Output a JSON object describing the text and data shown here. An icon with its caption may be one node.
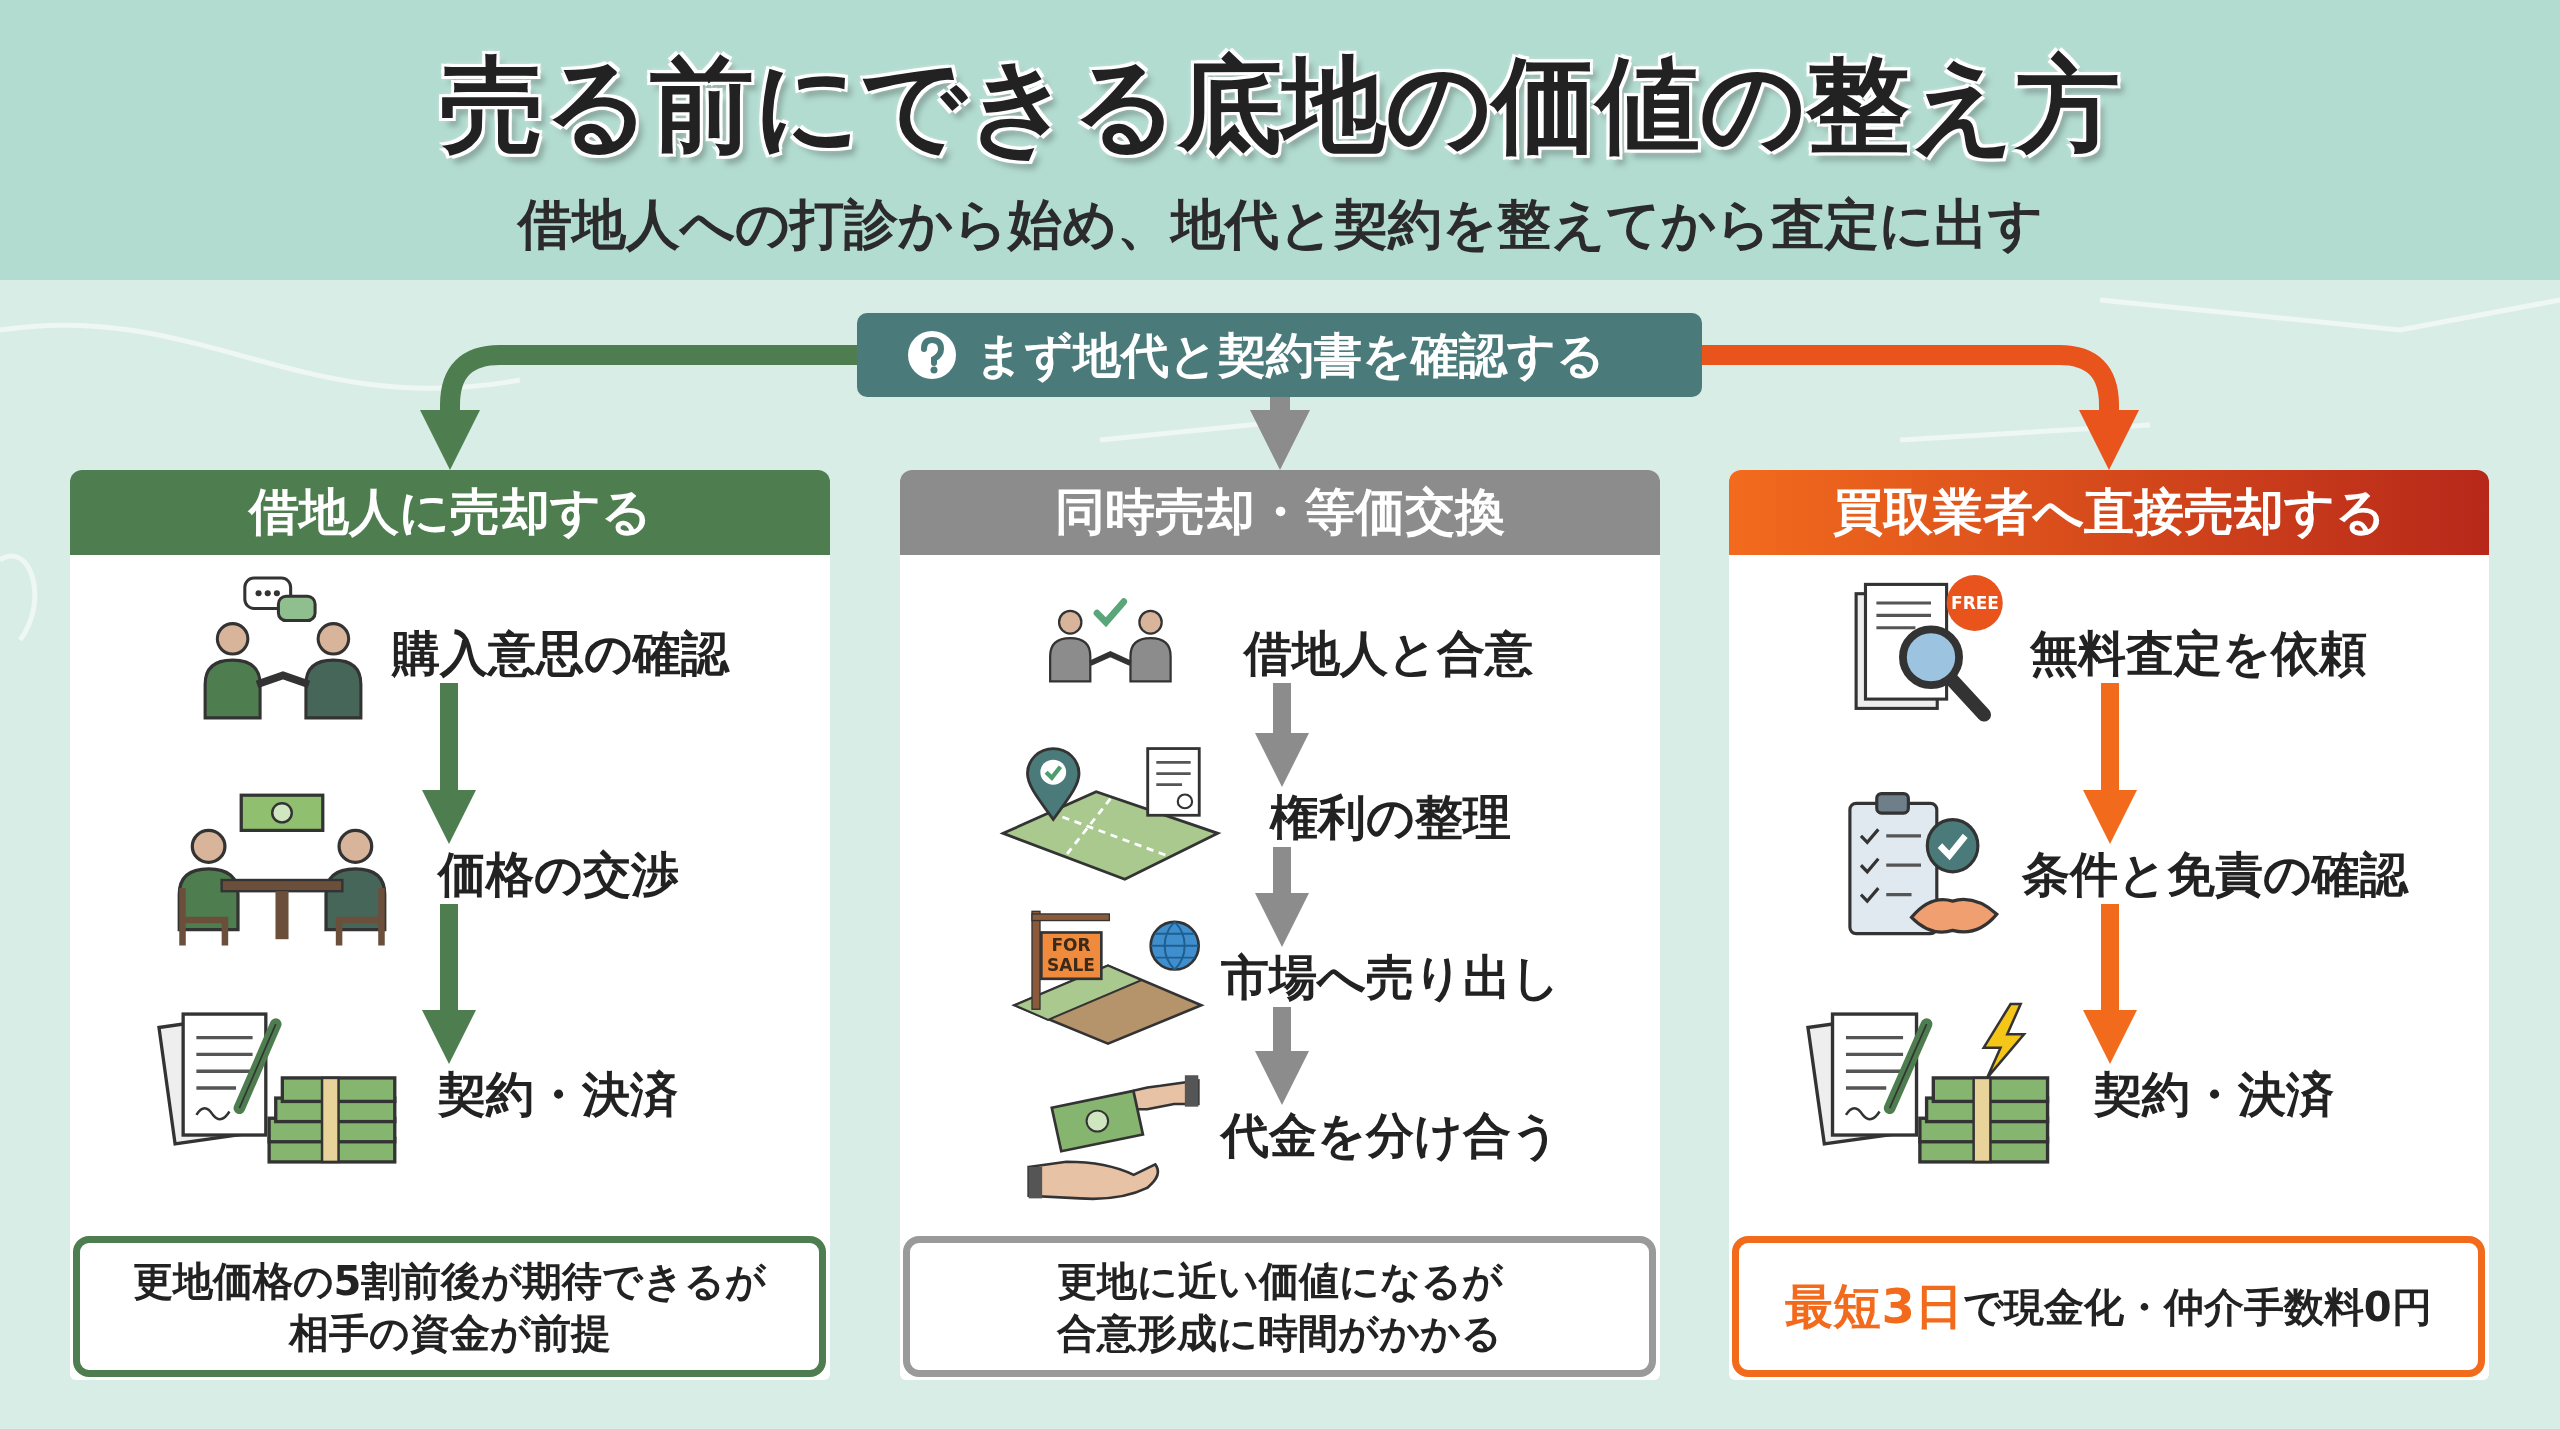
{
  "diagram": {
    "title": "売る前にできる底地の価値の整え方",
    "nodes": [
      {
        "text": [
          "まず地代と契約書を確認する"
        ]
      },
      {
        "text": [
          "借地人に売却する"
        ]
      },
      {
        "text": [
          "購入意思の確認"
        ],
        "in": 1
      },
      {
        "text": [
          "価格の交渉"
        ],
        "in": 1
      },
      {
        "text": [
          "契約・決済"
        ],
        "in": 1
      },
      {
        "text": [
          "更地価格の5割前後が期待できるが相手の資金が前提"
        ],
        "in": 1
      },
      {
        "text": [
          "同時売却・等価交換"
        ]
      },
      {
        "text": [
          "借地人と合意"
        ],
        "in": 6
      },
      {
        "text": [
          "権利の整理"
        ],
        "in": 6
      },
      {
        "text": [
          "市場へ売り出し"
        ],
        "in": 6
      },
      {
        "text": [
          "代金を分け合う"
        ],
        "in": 6
      },
      {
        "text": [
          "更地に近い価値になるが合意形成に時間がかかる"
        ],
        "in": 6
      },
      {
        "text": [
          "買取業者へ直接売却する"
        ]
      },
      {
        "text": [
          "無料査定を依頼"
        ],
        "in": 12
      },
      {
        "text": [
          "条件と免責の確認"
        ],
        "in": 12
      },
      {
        "text": [
          "契約・決済"
        ],
        "in": 12
      },
      {
        "text": [
          "**最短3日**で現金化・仲介手数料0円"
        ],
        "in": 12
      }
    ],
    "edges": [
      {
        "from": 0,
        "to": 1,
        "arrow": "to",
        "color": "#4e7d4f"
      },
      {
        "from": 0,
        "to": 6,
        "arrow": "to",
        "color": "#8c8c8c"
      },
      {
        "from": 0,
        "to": 12,
        "arrow": "to",
        "color": "#e8541c"
      },
      {
        "from": 2,
        "to": 3,
        "arrow": "to",
        "color": "#4e7d4f"
      },
      {
        "from": 3,
        "to": 4,
        "arrow": "to",
        "color": "#4e7d4f"
      },
      {
        "from": 7,
        "to": 8,
        "arrow": "to",
        "color": "#8c8c8c"
      },
      {
        "from": 8,
        "to": 9,
        "arrow": "to",
        "color": "#8c8c8c"
      },
      {
        "from": 9,
        "to": 10,
        "arrow": "to",
        "color": "#8c8c8c"
      },
      {
        "from": 13,
        "to": 14,
        "arrow": "to",
        "color": "#f26b1d"
      },
      {
        "from": 14,
        "to": 15,
        "arrow": "to",
        "color": "#f26b1d"
      }
    ],
    "labels": [
      "借地人への打診から始め、地代と契約を整えてから査定に出す",
      "FREE",
      "FOR SALE"
    ]
  }
}
